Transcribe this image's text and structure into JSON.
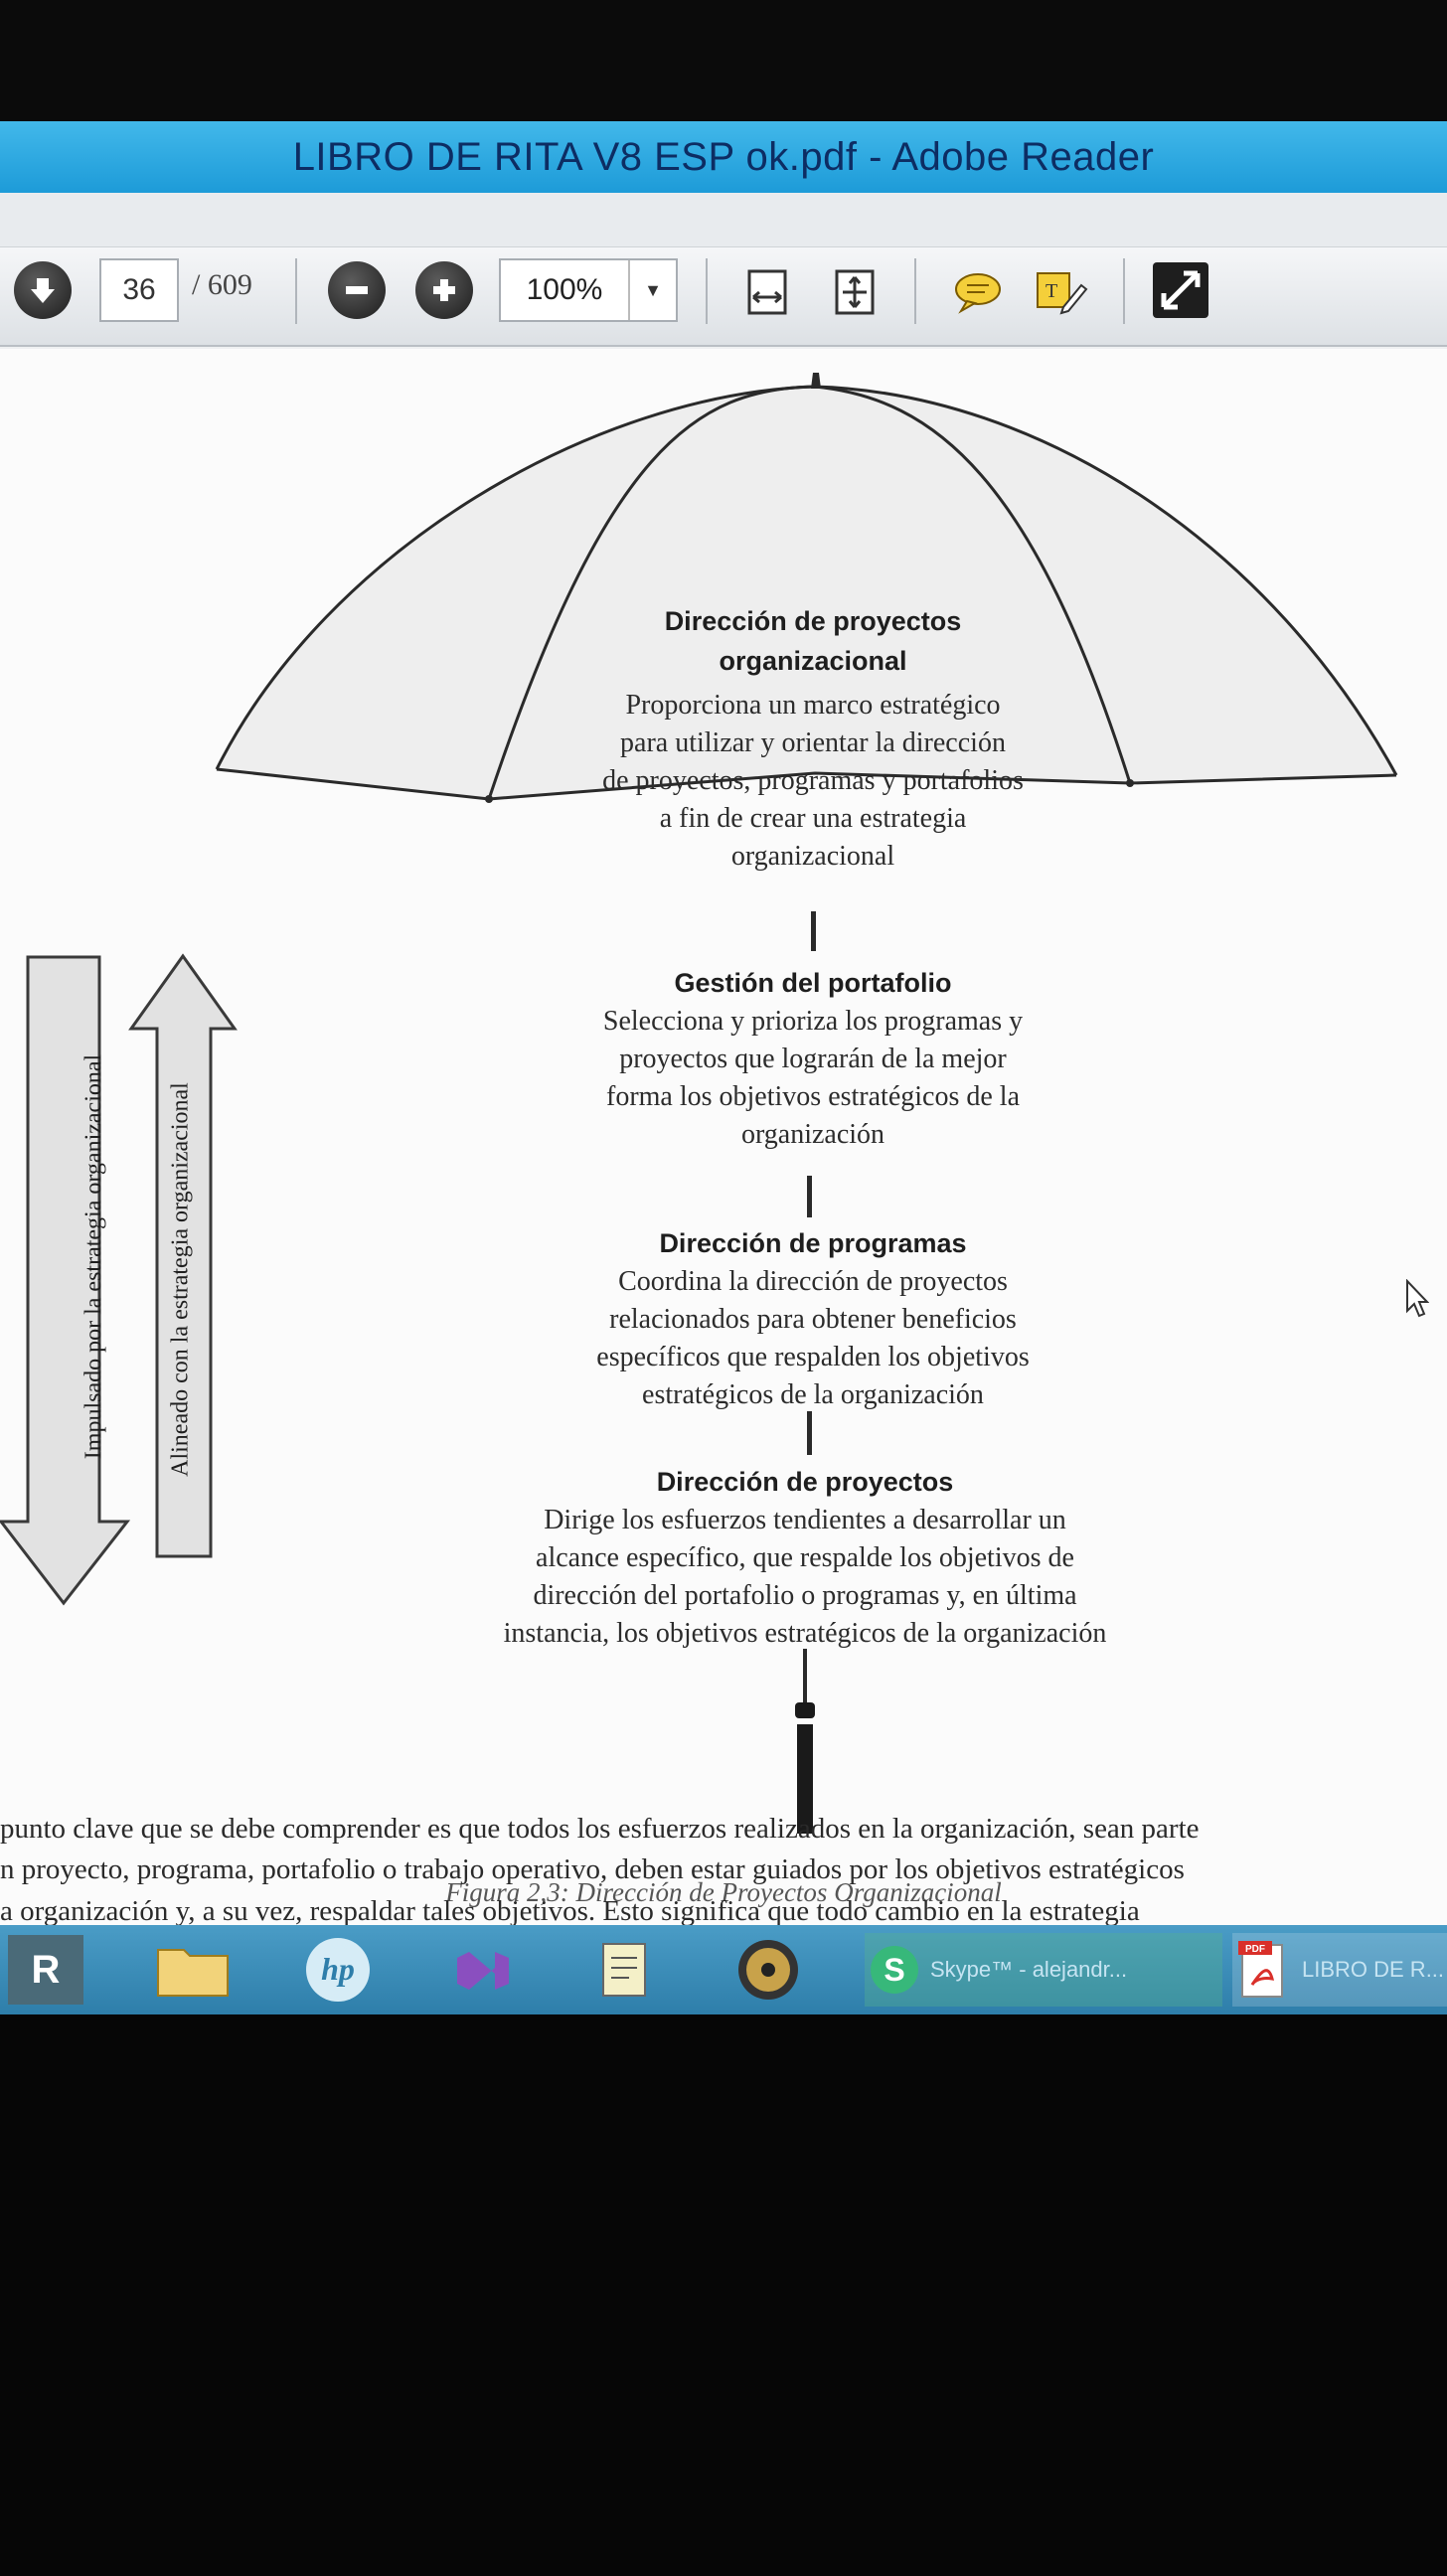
{
  "window": {
    "title": "LIBRO DE RITA V8 ESP ok.pdf - Adobe Reader"
  },
  "toolbar": {
    "current_page": "36",
    "total_pages": "/ 609",
    "zoom": "100%"
  },
  "figure": {
    "umbrella": {
      "title_line1": "Dirección de proyectos",
      "title_line2": "organizacional",
      "desc_line1": "Proporciona un marco estratégico",
      "desc_line2": "para utilizar y orientar la dirección",
      "desc_line3": "de proyectos, programas y portafolios",
      "desc_line4": "a fin de crear una estrategia",
      "desc_line5": "organizacional"
    },
    "portfolio": {
      "title": "Gestión del portafolio",
      "line1": "Selecciona y prioriza los programas y",
      "line2": "proyectos que lograrán de la mejor",
      "line3": "forma los objetivos estratégicos de la",
      "line4": "organización"
    },
    "programs": {
      "title": "Dirección de programas",
      "line1": "Coordina la dirección de proyectos",
      "line2": "relacionados para obtener beneficios",
      "line3": "específicos que respalden los objetivos",
      "line4": "estratégicos de la organización"
    },
    "projects": {
      "title": "Dirección de proyectos",
      "line1": "Dirige los esfuerzos tendientes a desarrollar un",
      "line2": "alcance específico, que respalde los objetivos de",
      "line3": "dirección del portafolio o programas y, en última",
      "line4": "instancia, los objetivos estratégicos de la organización"
    },
    "arrow_down_label": "Impulsado por la estrategia organizacional",
    "arrow_up_label": "Alineado con la estrategia organizacional",
    "caption": "Figura 2,3: Dirección de Proyectos Organizacional"
  },
  "body_text": {
    "line1": "punto clave que se debe comprender es que todos los esfuerzos realizados en la organización, sean parte",
    "line2": "n proyecto, programa, portafolio o trabajo operativo, deben estar guiados por los objetivos estratégicos",
    "line3": "a organización y, a su vez, respaldar tales objetivos. Esto significa que todo cambio en la estrategia"
  },
  "taskbar": {
    "skype_label": "Skype™ - alejandr...",
    "pdf_label": "LIBRO DE R...",
    "pdf_badge": "PDF"
  }
}
